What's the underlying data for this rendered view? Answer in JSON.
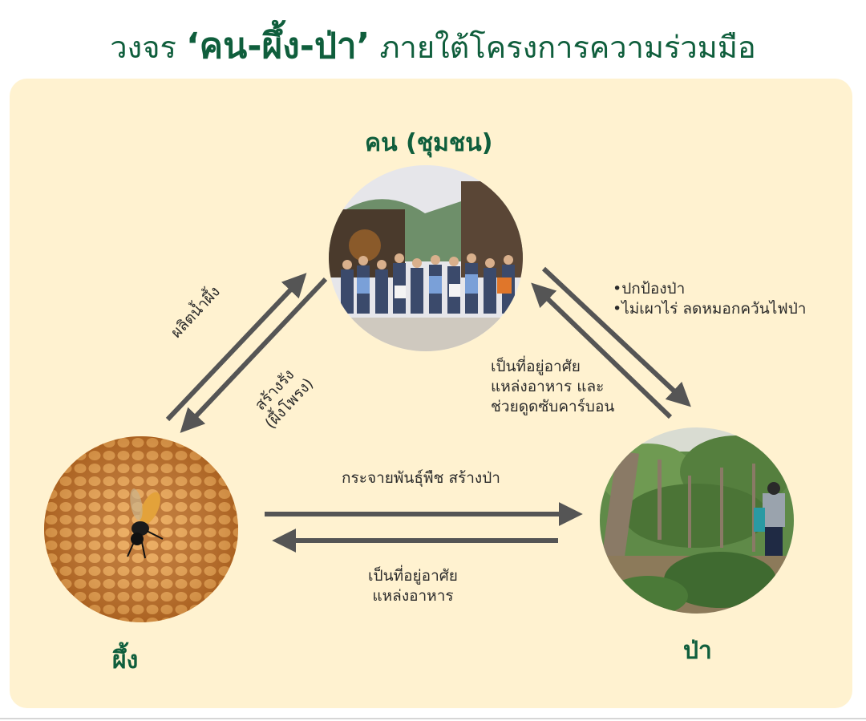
{
  "title": {
    "prefix": "วงจร",
    "emphasis": "‘คน-ผึ้ง-ป่า’",
    "suffix": "ภายใต้โครงการความร่วมมือ"
  },
  "nodes": {
    "people": {
      "label": "คน (ชุมชน)",
      "image": "community-group-photo"
    },
    "bee": {
      "label": "ผึ้ง",
      "image": "bee-on-honeycomb-photo"
    },
    "forest": {
      "label": "ป่า",
      "image": "forest-walk-photo"
    }
  },
  "edges": {
    "bee_to_people": {
      "label": "ผลิตน้ำผึ้ง"
    },
    "people_to_bee": {
      "label_line1": "สร้างรัง",
      "label_line2": "(ผึ้งโพรง)"
    },
    "people_to_forest": {
      "line1": "•ปกป้องป่า",
      "line2": "•ไม่เผาไร่ ลดหมอกควันไฟป่า"
    },
    "forest_to_people": {
      "line1": "เป็นที่อยู่อาศัย",
      "line2": "แหล่งอาหาร และ",
      "line3": "ช่วยดูดซับคาร์บอน"
    },
    "bee_to_forest": {
      "label": "กระจายพันธุ์พืช สร้างป่า"
    },
    "forest_to_bee": {
      "line1": "เป็นที่อยู่อาศัย",
      "line2": "แหล่งอาหาร"
    }
  },
  "colors": {
    "title_green": "#0f5e3c",
    "panel_bg": "#fff2d0",
    "arrow_gray": "#555555"
  }
}
